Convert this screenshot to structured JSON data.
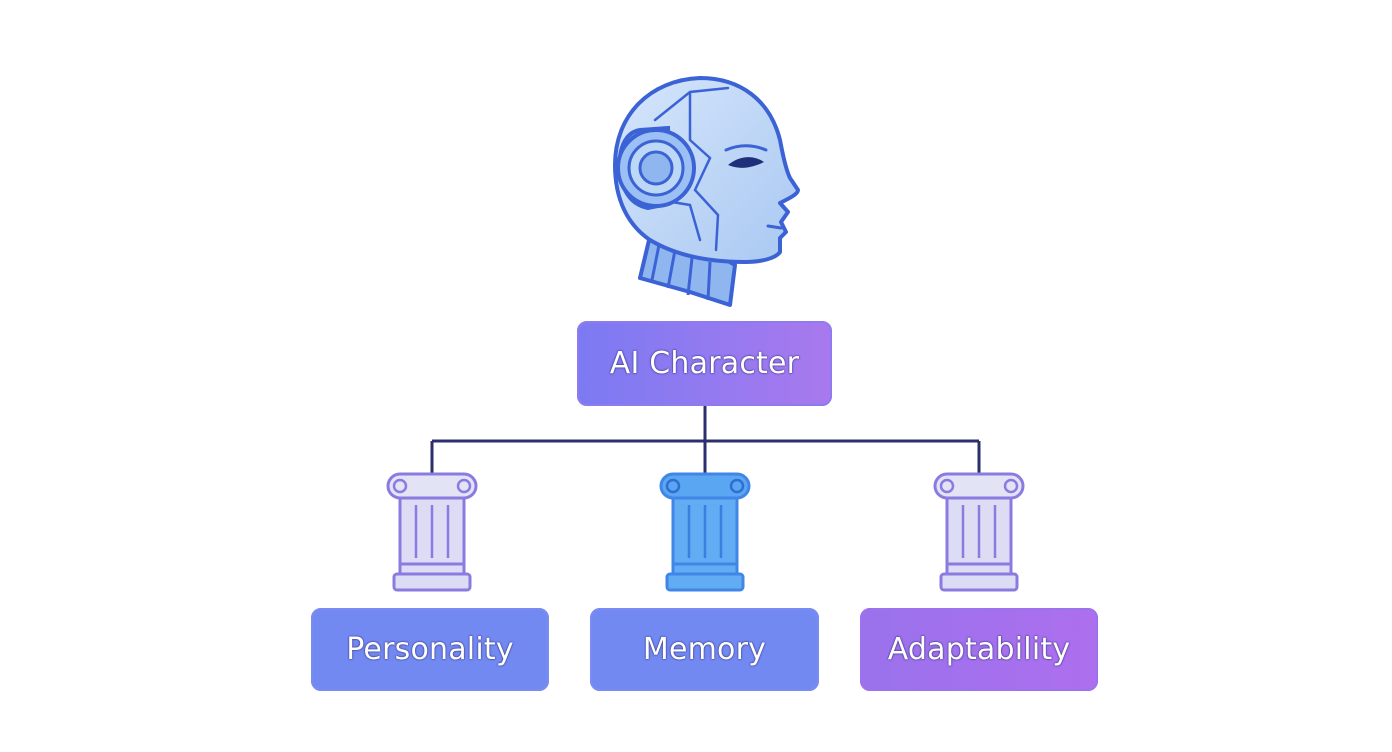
{
  "diagram": {
    "root": {
      "label": "AI Character",
      "icon": "robot-head-icon"
    },
    "children": [
      {
        "label": "Personality",
        "icon": "pillar-icon"
      },
      {
        "label": "Memory",
        "icon": "pillar-icon"
      },
      {
        "label": "Adaptability",
        "icon": "pillar-icon"
      }
    ]
  },
  "colors": {
    "root_gradient": [
      "#7b7af2",
      "#a979ee"
    ],
    "personality_fill": "#7389f2",
    "memory_fill": "#7389f2",
    "adaptability_gradient": [
      "#9a72ec",
      "#ad6fee"
    ],
    "connector": "#2b2f6b",
    "pillar_light": "#dcdcf4",
    "pillar_blue": "#5aa6f2",
    "pillar_outline": "#8b7be0",
    "head_fill": "#bcd8f6",
    "head_outline": "#3b63d6"
  }
}
